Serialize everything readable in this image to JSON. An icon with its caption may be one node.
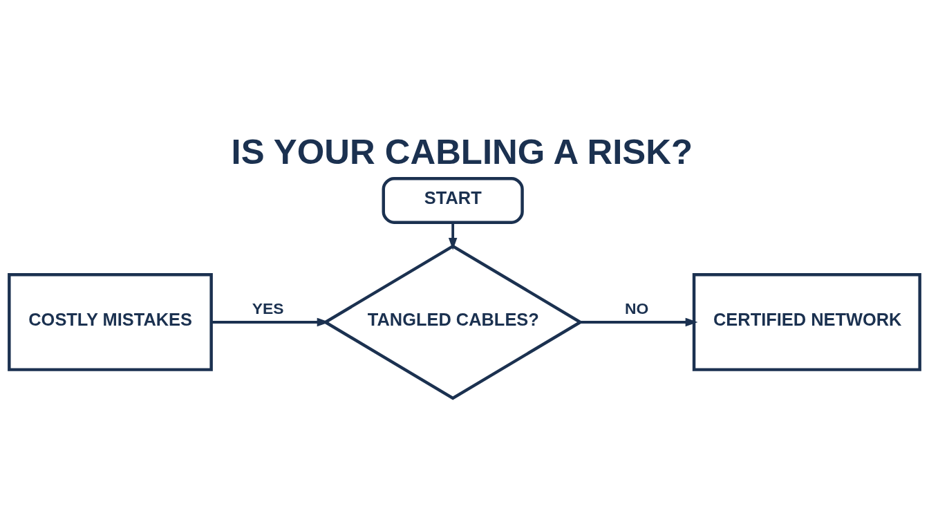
{
  "diagram": {
    "title": "IS YOUR CABLING A RISK?",
    "nodes": [
      {
        "text": [
          "START"
        ]
      },
      {
        "text": [
          "TANGLED CABLES?"
        ]
      },
      {
        "text": [
          "COSTLY MISTAKES"
        ]
      },
      {
        "text": [
          "CERTIFIED NETWORK"
        ]
      }
    ],
    "edges": [
      {
        "from": 0,
        "to": 1,
        "arrow": "to"
      },
      {
        "from": 2,
        "to": 1,
        "arrow": "to",
        "label": "YES"
      },
      {
        "from": 1,
        "to": 3,
        "arrow": "to",
        "label": "NO"
      }
    ]
  }
}
